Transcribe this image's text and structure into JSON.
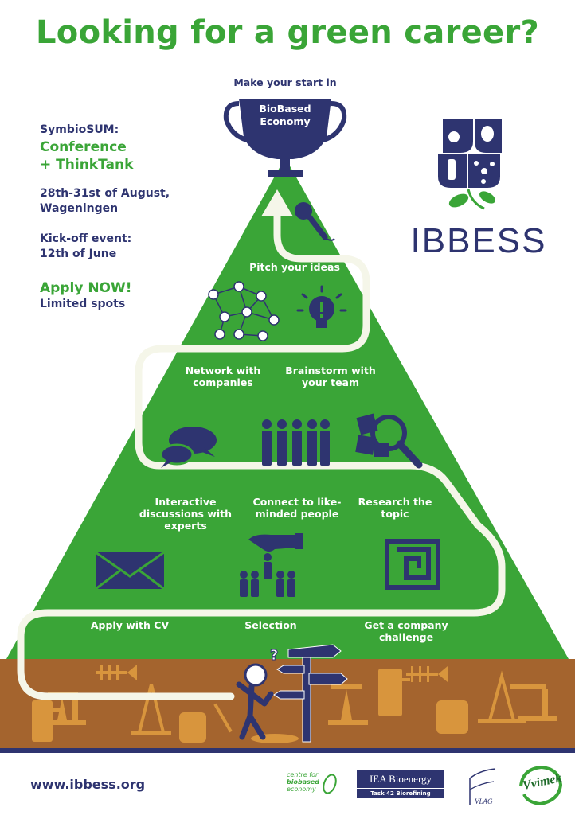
{
  "headline": "Looking for a green career?",
  "trophy": {
    "top_label": "Make your start in",
    "cup_line1": "BioBased",
    "cup_line2": "Economy"
  },
  "event": {
    "name": "SymbioSUM:",
    "type_line1": "Conference",
    "type_line2": "+ ThinkTank",
    "dates_line1": "28th-31st of August,",
    "dates_line2": "Wageningen",
    "kickoff_line1": "Kick-off event:",
    "kickoff_line2": "12th of June",
    "cta": "Apply NOW!",
    "cta_note": "Limited spots"
  },
  "logo": {
    "name": "IBBESS"
  },
  "steps": {
    "pitch": "Pitch your ideas",
    "network_1": "Network with",
    "network_2": "companies",
    "brainstorm_1": "Brainstorm with",
    "brainstorm_2": "your team",
    "discuss_1": "Interactive",
    "discuss_2": "discussions with",
    "discuss_3": "experts",
    "connect_1": "Connect to like-",
    "connect_2": "minded people",
    "research_1": "Research the",
    "research_2": "topic",
    "apply": "Apply with CV",
    "selection": "Selection",
    "challenge_1": "Get a company",
    "challenge_2": "challenge"
  },
  "footer": {
    "website": "www.ibbess.org",
    "partner1_line1": "centre for",
    "partner1_line2": "biobased",
    "partner1_line3": "economy",
    "partner2_line1": "IEA Bioenergy",
    "partner2_line2": "Task 42 Biorefining",
    "partner3": "VLAG",
    "partner4": "Vvimek"
  },
  "colors": {
    "green": "#3aa537",
    "navy": "#2e3470",
    "soil": "#a4642e",
    "soil_icon": "#d8953d",
    "path": "#f5f6e9"
  }
}
